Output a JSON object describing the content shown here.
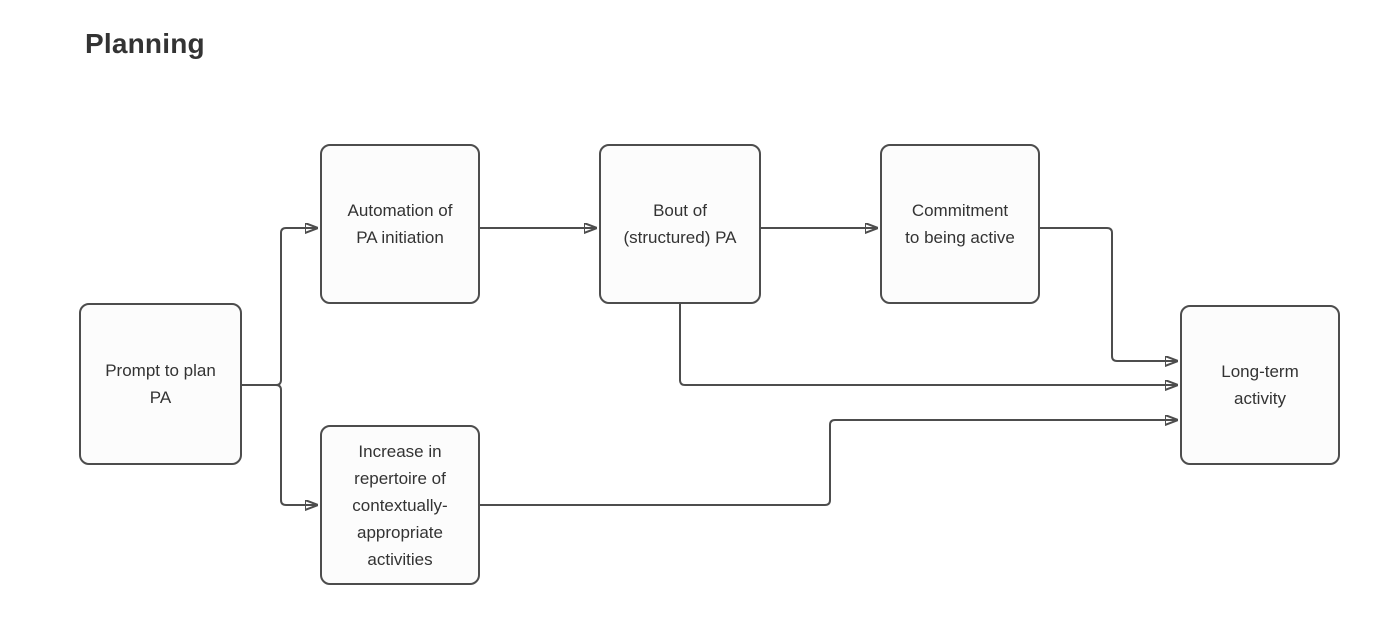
{
  "title": "Planning",
  "colors": {
    "background": "#ffffff",
    "box_fill": "#fcfcfc",
    "border": "#4d4d4d",
    "text": "#333333",
    "connector": "#4d4d4d"
  },
  "diagram": {
    "nodes": [
      {
        "id": "prompt",
        "label": "Prompt to plan\nPA"
      },
      {
        "id": "automation",
        "label": "Automation of\nPA initiation"
      },
      {
        "id": "bout",
        "label": "Bout of\n(structured) PA"
      },
      {
        "id": "commitment",
        "label": "Commitment\nto being active"
      },
      {
        "id": "increase",
        "label": "Increase in\nrepertoire of\ncontextually-\nappropriate\nactivities"
      },
      {
        "id": "longterm",
        "label": "Long-term\nactivity"
      }
    ],
    "edges": [
      {
        "from": "prompt",
        "to": "automation"
      },
      {
        "from": "prompt",
        "to": "increase"
      },
      {
        "from": "automation",
        "to": "bout"
      },
      {
        "from": "bout",
        "to": "commitment"
      },
      {
        "from": "commitment",
        "to": "longterm"
      },
      {
        "from": "bout",
        "to": "longterm"
      },
      {
        "from": "increase",
        "to": "longterm"
      }
    ]
  }
}
